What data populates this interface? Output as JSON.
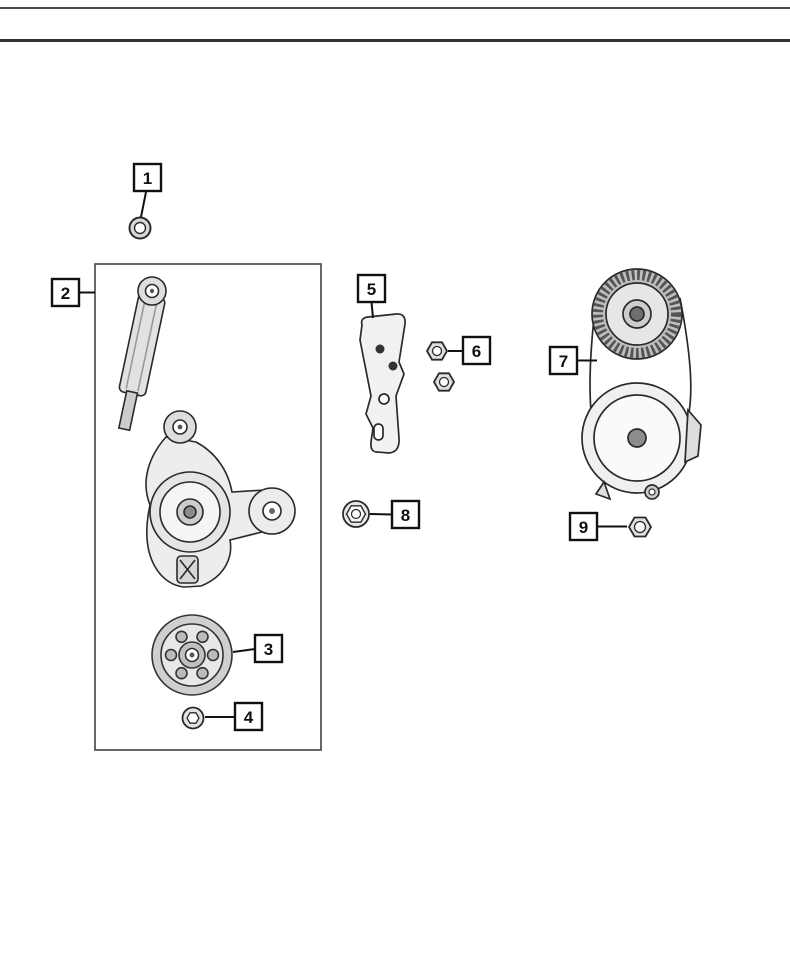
{
  "diagram": {
    "type": "exploded-parts-diagram",
    "callouts": [
      {
        "label": "1"
      },
      {
        "label": "2"
      },
      {
        "label": "3"
      },
      {
        "label": "4"
      },
      {
        "label": "5"
      },
      {
        "label": "6"
      },
      {
        "label": "7"
      },
      {
        "label": "8"
      },
      {
        "label": "9"
      }
    ]
  },
  "colors": {
    "line": "#222222",
    "callout_border": "#111111",
    "fill_light": "#ececec",
    "fill_mid": "#cfcfcf",
    "fill_dark": "#777777",
    "rule_top": "#4d4d4d",
    "rule_second": "#333333"
  }
}
